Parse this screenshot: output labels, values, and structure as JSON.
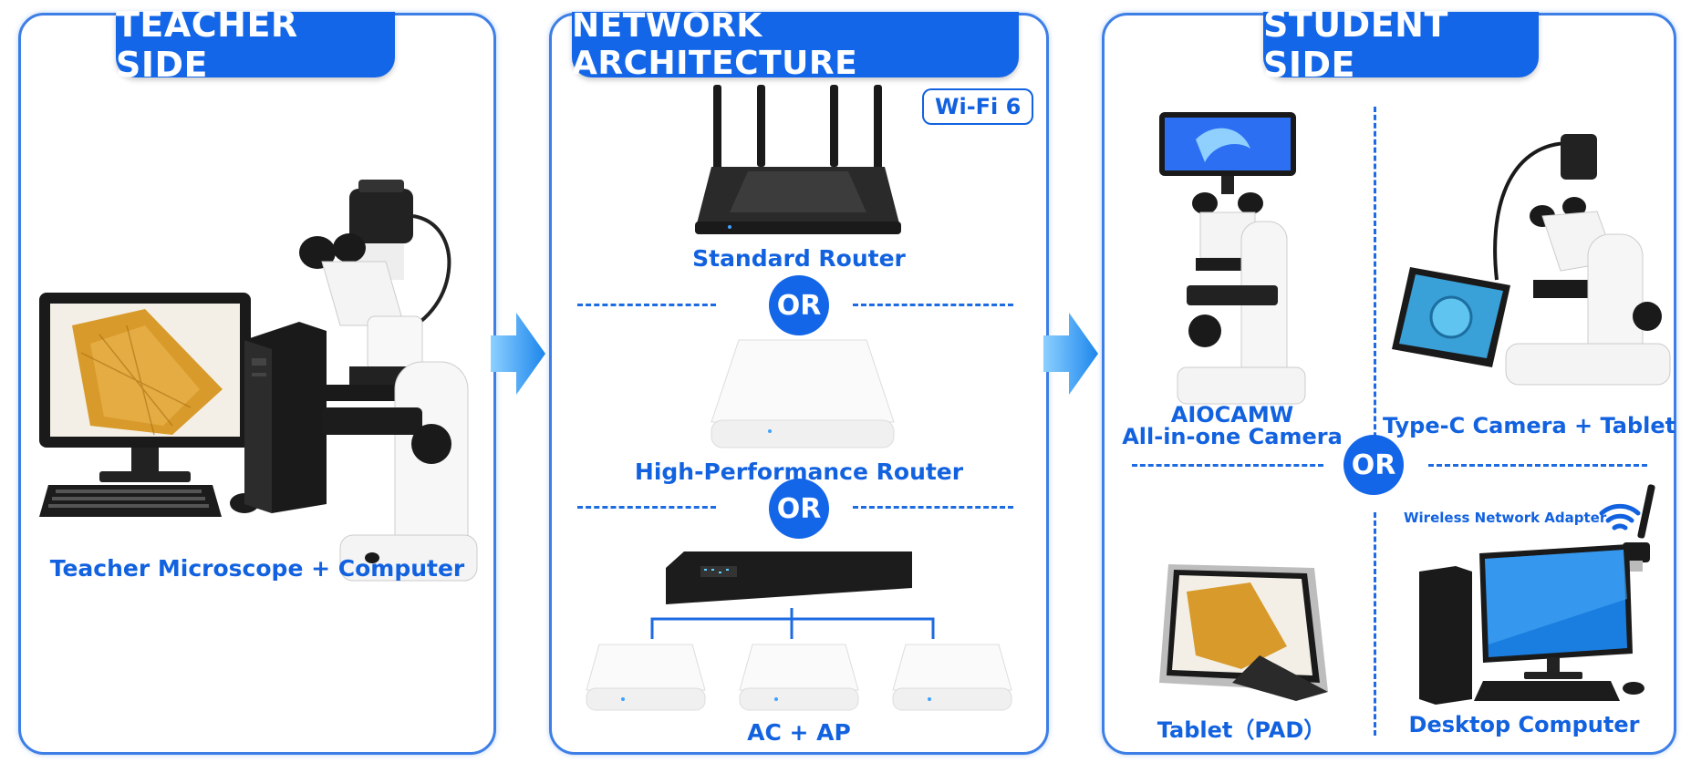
{
  "panels": {
    "teacher": {
      "title": "TEACHER SIDE",
      "caption": "Teacher Microscope + Computer"
    },
    "network": {
      "title": "NETWORK ARCHITECTURE",
      "wifi_badge": "Wi-Fi 6",
      "option1": "Standard Router",
      "option2": "High-Performance Router",
      "option3": "AC + AP",
      "or_label": "OR"
    },
    "student": {
      "title": "STUDENT SIDE",
      "item1_line1": "AIOCAMW",
      "item1_line2": "All-in-one Camera",
      "item2": "Type-C Camera + Tablet",
      "item3": "Tablet（PAD）",
      "item4": "Desktop Computer",
      "adapter_label": "Wireless Network Adapter",
      "or_label": "OR"
    }
  },
  "colors": {
    "accent": "#1366e8",
    "text": "#1262e0",
    "border": "#3d7fe6",
    "arrow": "#2a9bf0"
  },
  "icons": [
    "microscope-icon",
    "monitor-icon",
    "computer-tower-icon",
    "keyboard-icon",
    "mouse-icon",
    "router-icon",
    "access-point-icon",
    "controller-icon",
    "tablet-icon",
    "desktop-icon",
    "wifi-adapter-icon",
    "wifi-signal-icon",
    "arrow-right-icon"
  ]
}
